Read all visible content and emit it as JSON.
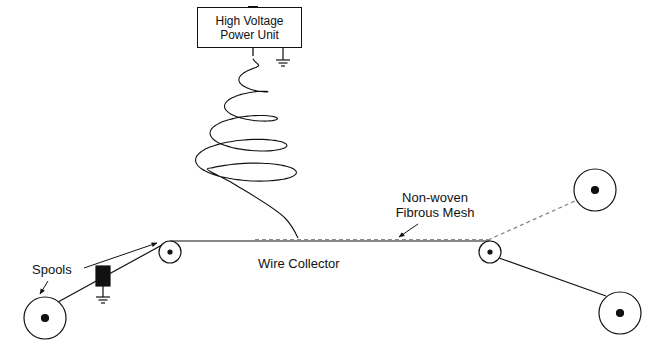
{
  "diagram": {
    "nodes": [
      {
        "text": [
          "High Voltage Power Unit"
        ]
      }
    ],
    "labels": [
      "Spools",
      "Non-woven Fibrous Mesh",
      "Wire Collector"
    ]
  }
}
